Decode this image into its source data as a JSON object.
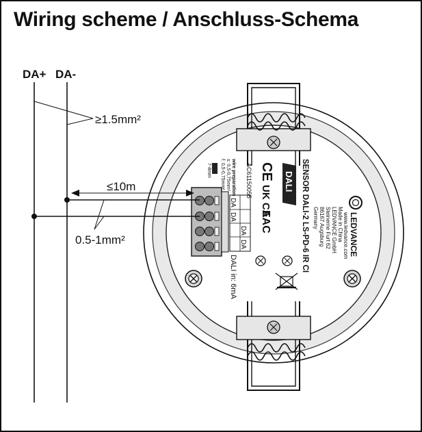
{
  "title": "Wiring scheme / Anschluss-Schema",
  "bus": {
    "da_plus_label": "DA+",
    "da_minus_label": "DA-"
  },
  "annotations": {
    "bus_cross_section": "≥1.5mm²",
    "max_length": "≤10m",
    "wire_cross_section": "0.5-1mm²"
  },
  "device": {
    "brand": "LEDVANCE",
    "website": "www.ledvance.com",
    "made_in": "Made in China",
    "company": "LEDVANCE GmbH",
    "street": "Steinerne Furt 62",
    "city": "86167 Augsburg",
    "country": "Germany",
    "product": "SENSOR DALI-2 LS-PD-6 IR CI",
    "dali_logo_text": "DALI",
    "ce_mark": "CE",
    "ukca_mark": "UK CA",
    "eac_mark": "EAC",
    "article_code": "AC61150055",
    "wire_prep_title": "wire preparation",
    "wire_prep_solid": "s: 0,5-0,75mm²",
    "wire_prep_flex": "f: 0,5-0,75mm²",
    "strip_length": "7-8mm",
    "terminal_labels": [
      "DA",
      "DA",
      "DA",
      "DA"
    ],
    "dali_rating": "DALI in: 6mA"
  }
}
